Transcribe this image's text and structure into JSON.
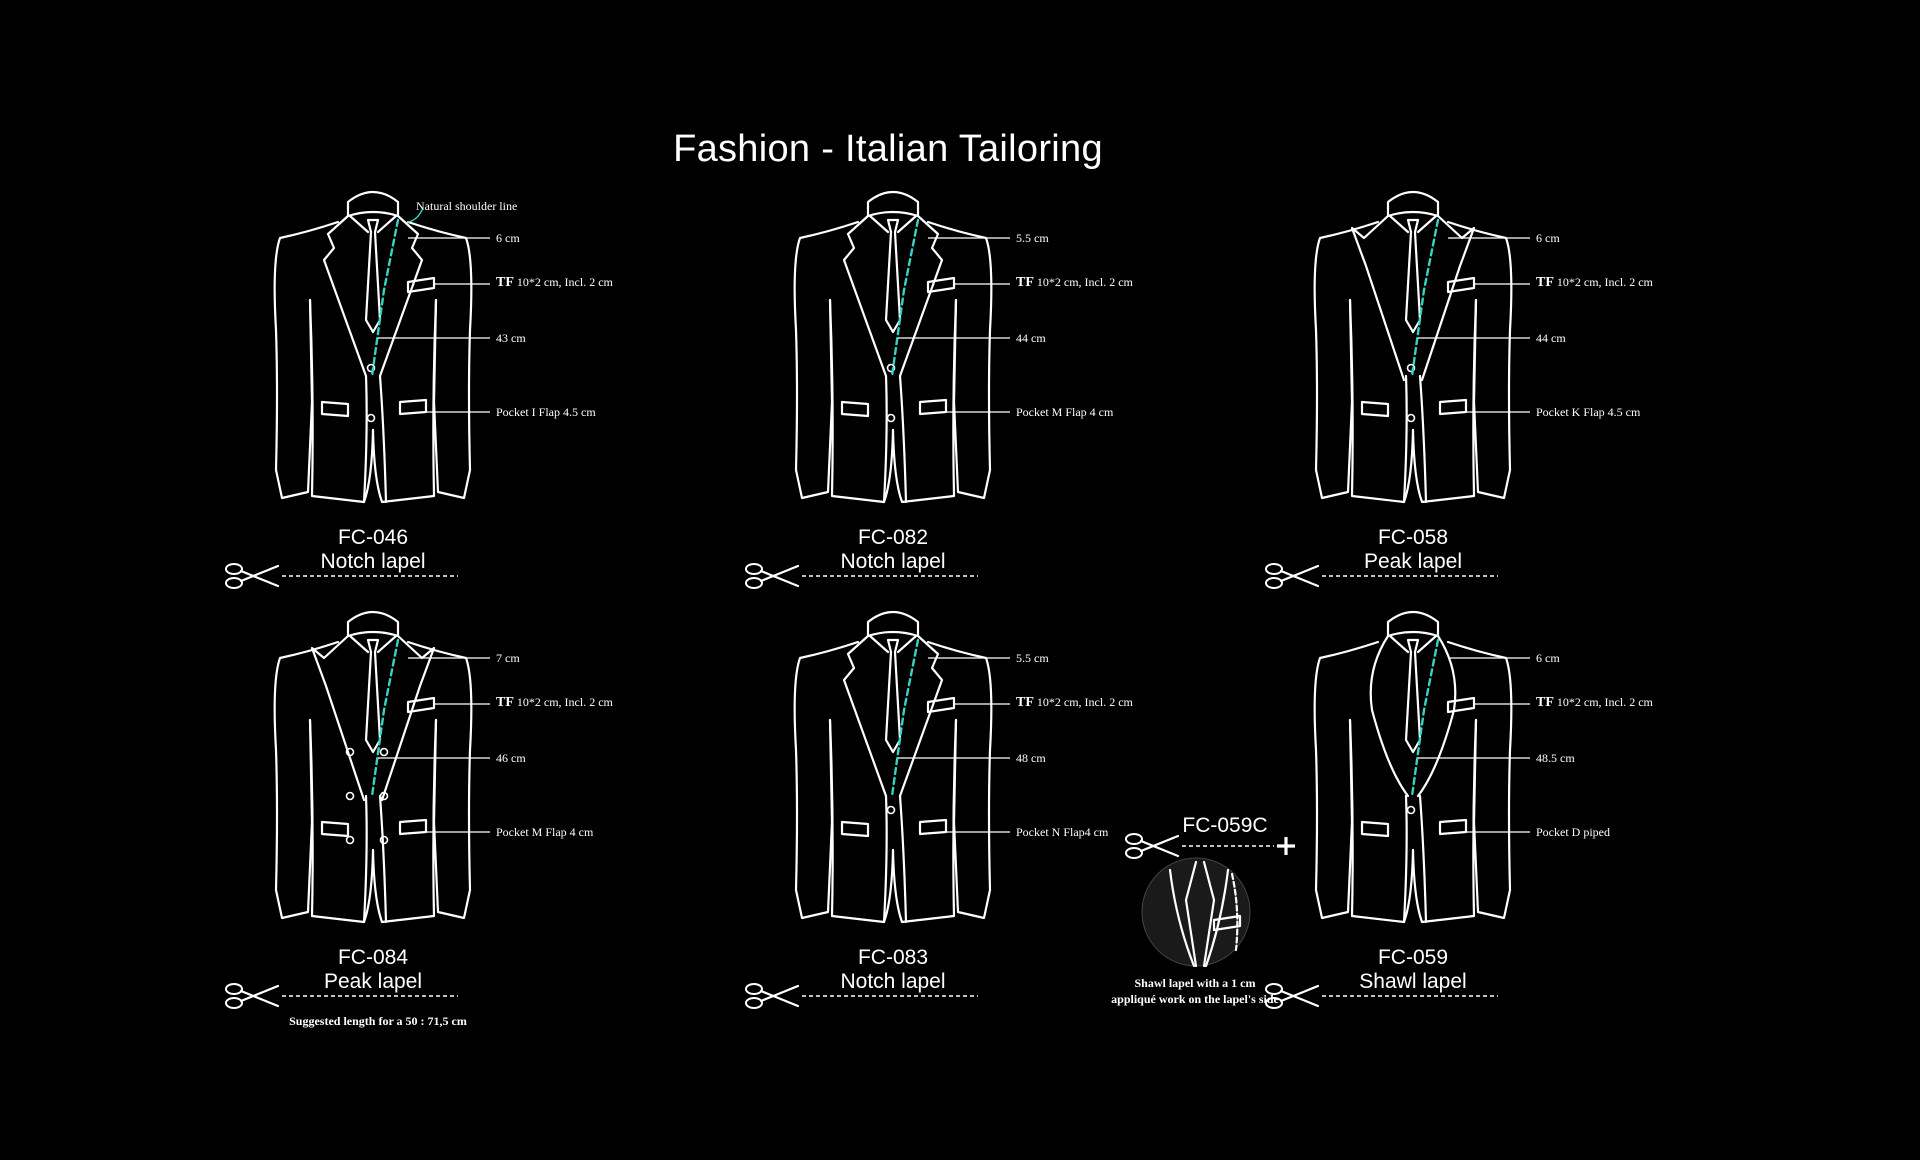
{
  "title": "Fashion - Italian Tailoring",
  "colors": {
    "background": "#000000",
    "line": "#ffffff",
    "accent": "#37d3c4"
  },
  "icons": {
    "cut": "scissors-icon",
    "combine": "plus-icon"
  },
  "jackets": [
    {
      "code": "FC-046",
      "style": "Notch lapel",
      "lapel": "notch",
      "buttons": 2,
      "double": false,
      "shoulder_note": "Natural shoulder line",
      "measures": {
        "lapel": "6 cm",
        "tf_prefix": "TF",
        "tf": "10*2 cm, Incl. 2 cm",
        "length": "43 cm",
        "pocket": "Pocket I Flap 4.5 cm"
      }
    },
    {
      "code": "FC-082",
      "style": "Notch lapel",
      "lapel": "notch",
      "buttons": 2,
      "double": false,
      "measures": {
        "lapel": "5.5 cm",
        "tf_prefix": "TF",
        "tf": "10*2 cm, Incl. 2 cm",
        "length": "44 cm",
        "pocket": "Pocket M Flap 4 cm"
      }
    },
    {
      "code": "FC-058",
      "style": "Peak lapel",
      "lapel": "peak",
      "buttons": 2,
      "double": false,
      "measures": {
        "lapel": "6 cm",
        "tf_prefix": "TF",
        "tf": "10*2 cm, Incl. 2 cm",
        "length": "44 cm",
        "pocket": "Pocket K Flap 4.5 cm"
      }
    },
    {
      "code": "FC-084",
      "style": "Peak lapel",
      "lapel": "peak",
      "buttons": 6,
      "double": true,
      "length_note": "Suggested length for a 50 : 71,5 cm",
      "measures": {
        "lapel": "7 cm",
        "tf_prefix": "TF",
        "tf": "10*2 cm, Incl. 2 cm",
        "length": "46 cm",
        "pocket": "Pocket M Flap 4 cm"
      }
    },
    {
      "code": "FC-083",
      "style": "Notch lapel",
      "lapel": "notch",
      "buttons": 1,
      "double": false,
      "measures": {
        "lapel": "5.5 cm",
        "tf_prefix": "TF",
        "tf": "10*2 cm, Incl. 2 cm",
        "length": "48 cm",
        "pocket": "Pocket N Flap4 cm"
      }
    },
    {
      "code": "FC-059",
      "style": "Shawl lapel",
      "lapel": "shawl",
      "buttons": 1,
      "double": false,
      "measures": {
        "lapel": "6 cm",
        "tf_prefix": "TF",
        "tf": "10*2 cm, Incl. 2 cm",
        "length": "48.5 cm",
        "pocket": "Pocket D piped"
      }
    }
  ],
  "variant": {
    "code": "FC-059C",
    "note_line1": "Shawl lapel with a 1 cm",
    "note_line2": "appliqué work on the lapel's side"
  }
}
